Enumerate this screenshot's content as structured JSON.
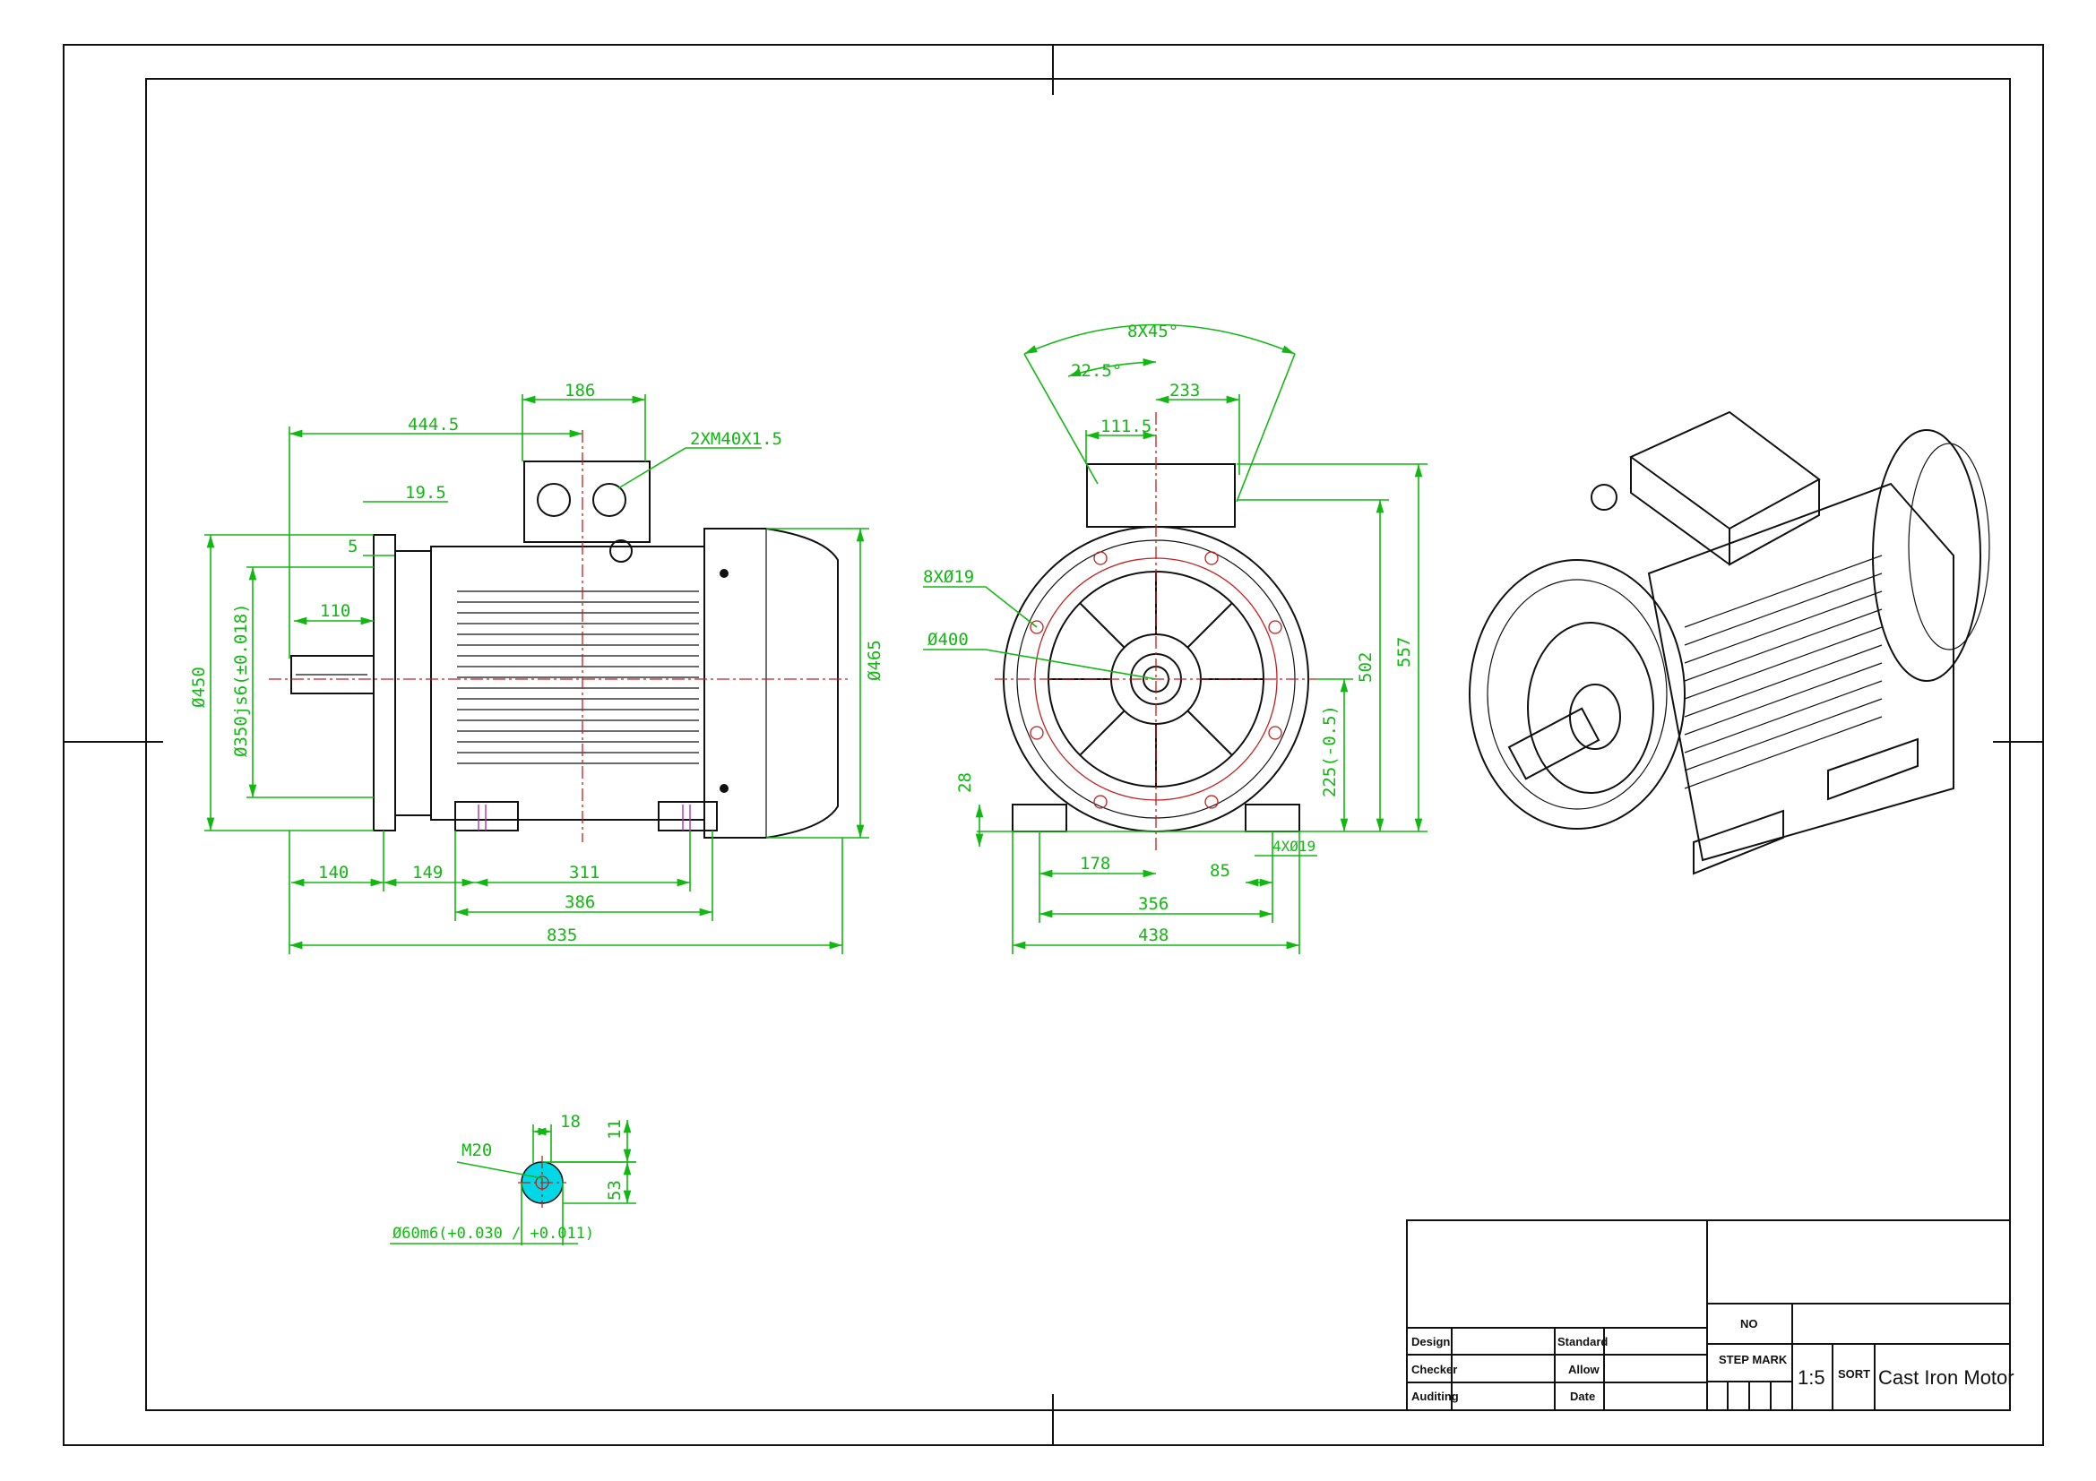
{
  "title_block": {
    "labels": {
      "design": "Design",
      "checker": "Checker",
      "auditing": "Auditing",
      "standard": "Standard",
      "allow": "Allow",
      "date": "Date",
      "no": "NO",
      "step_mark": "STEP MARK",
      "sort": "SORT"
    },
    "scale": "1:5",
    "product": "Cast Iron Motor"
  },
  "side_view": {
    "dims": [
      "444.5",
      "186",
      "2XM40X1.5",
      "19.5",
      "5",
      "110",
      "Ø450",
      "Ø350js6(±0.018)",
      "Ø465",
      "140",
      "149",
      "311",
      "386",
      "835"
    ]
  },
  "end_view": {
    "dims": [
      "8X45°",
      "22.5°",
      "233",
      "111.5",
      "8XØ19",
      "Ø400",
      "502",
      "557",
      "225(-0.5)",
      "28",
      "178",
      "85",
      "4XØ19",
      "356",
      "438"
    ]
  },
  "shaft_detail": {
    "dims": [
      "18",
      "11",
      "M20",
      "53",
      "Ø60m6(+0.030 / +0.011)"
    ]
  },
  "colors": {
    "dimension": "#12b812",
    "centerline": "#c21e1e",
    "outline": "#111111",
    "hidden": "#b030b0",
    "shaft_fill": "#00d8e8"
  }
}
